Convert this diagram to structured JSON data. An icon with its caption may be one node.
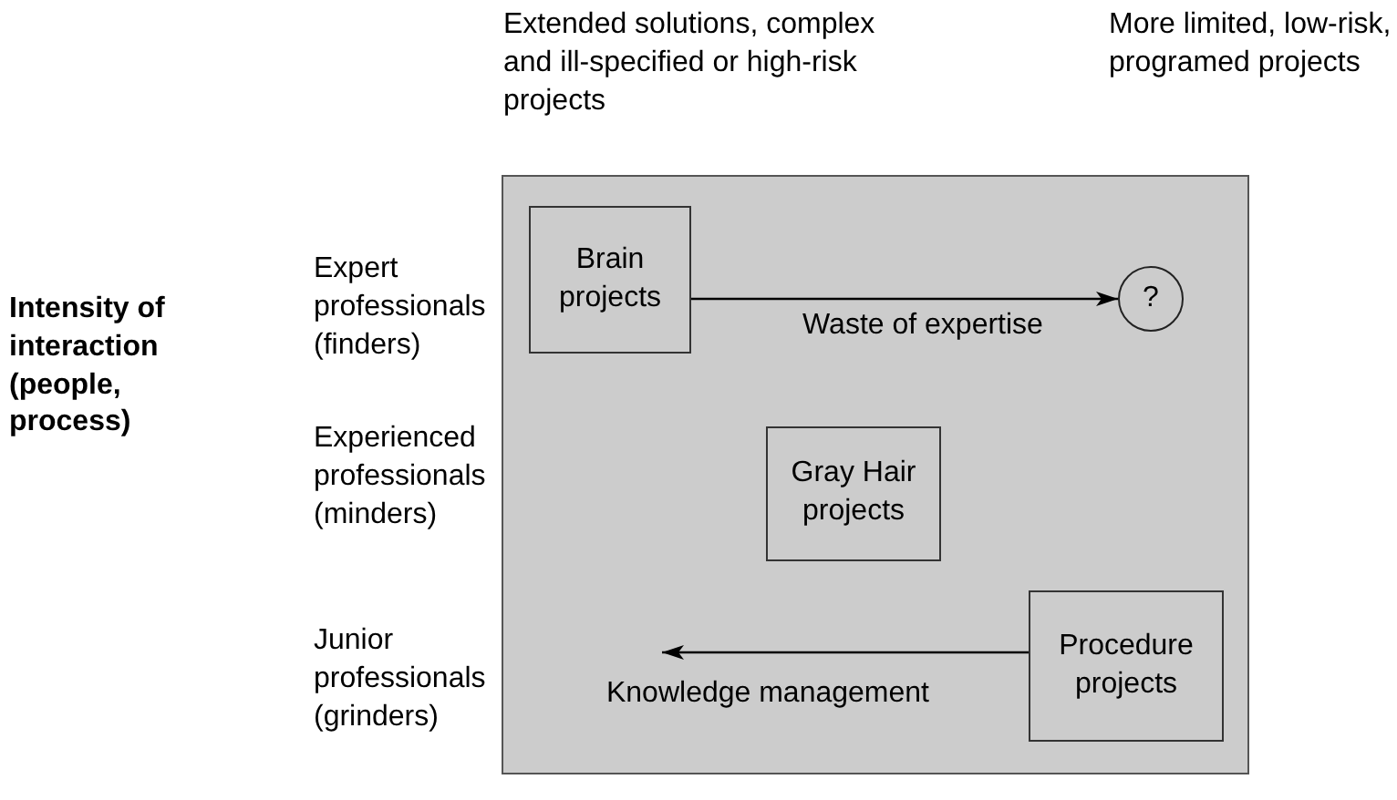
{
  "diagram": {
    "nodes": [
      {
        "text": [],
        "shape": "box"
      },
      {
        "text": [
          "Brain projects"
        ],
        "in": 0
      },
      {
        "text": [
          "?"
        ],
        "in": 0
      },
      {
        "text": [
          "Gray Hair projects"
        ],
        "in": 0
      },
      {
        "text": [
          "Procedure projects"
        ],
        "in": 0
      }
    ],
    "edges": [
      {
        "from": 1,
        "to": 2,
        "arrow": "to",
        "label": "Waste of expertise"
      },
      {
        "from": 4,
        "to": null,
        "arrow": "to",
        "label": "Knowledge management"
      }
    ],
    "labels": [
      "Extended solutions, complex and ill-specified or high-risk projects",
      "More limited, low-risk, programed projects",
      "Expert professionals (finders)",
      "Intensity of interaction (people, process)",
      "Experienced professionals (minders)",
      "Junior professionals (grinders)"
    ]
  }
}
